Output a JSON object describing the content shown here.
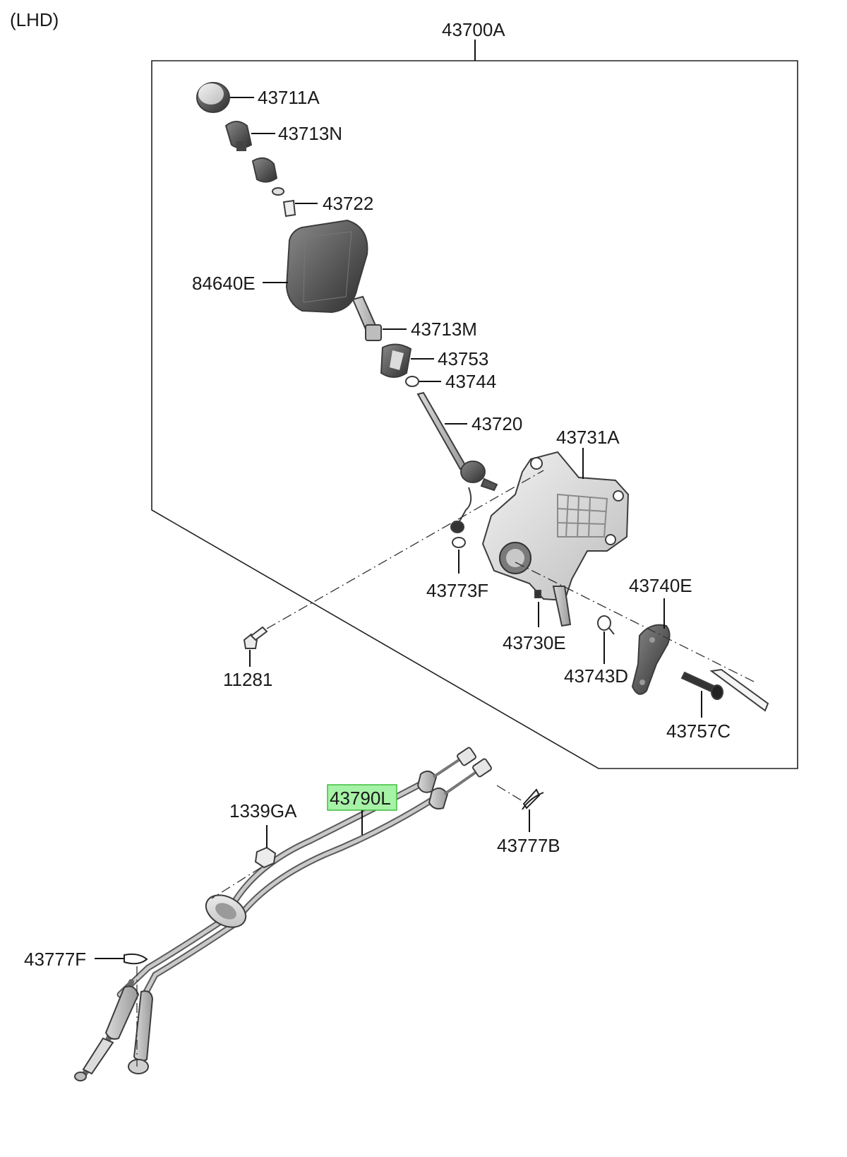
{
  "variant": "(LHD)",
  "assembly": "43700A",
  "highlighted_part": "43790L",
  "colors": {
    "highlight_fill": "#a6f2a6",
    "highlight_border": "#3fbf3f",
    "line": "#111111"
  },
  "parts": {
    "p43711A": "43711A",
    "p43713N": "43713N",
    "p43722": "43722",
    "p84640E": "84640E",
    "p43713M": "43713M",
    "p43753": "43753",
    "p43744": "43744",
    "p43720": "43720",
    "p43731A": "43731A",
    "p43773F": "43773F",
    "p43740E": "43740E",
    "p43730E": "43730E",
    "p11281": "11281",
    "p43743D": "43743D",
    "p43757C": "43757C",
    "p43790L": "43790L",
    "p1339GA": "1339GA",
    "p43777B": "43777B",
    "p43777F": "43777F"
  }
}
